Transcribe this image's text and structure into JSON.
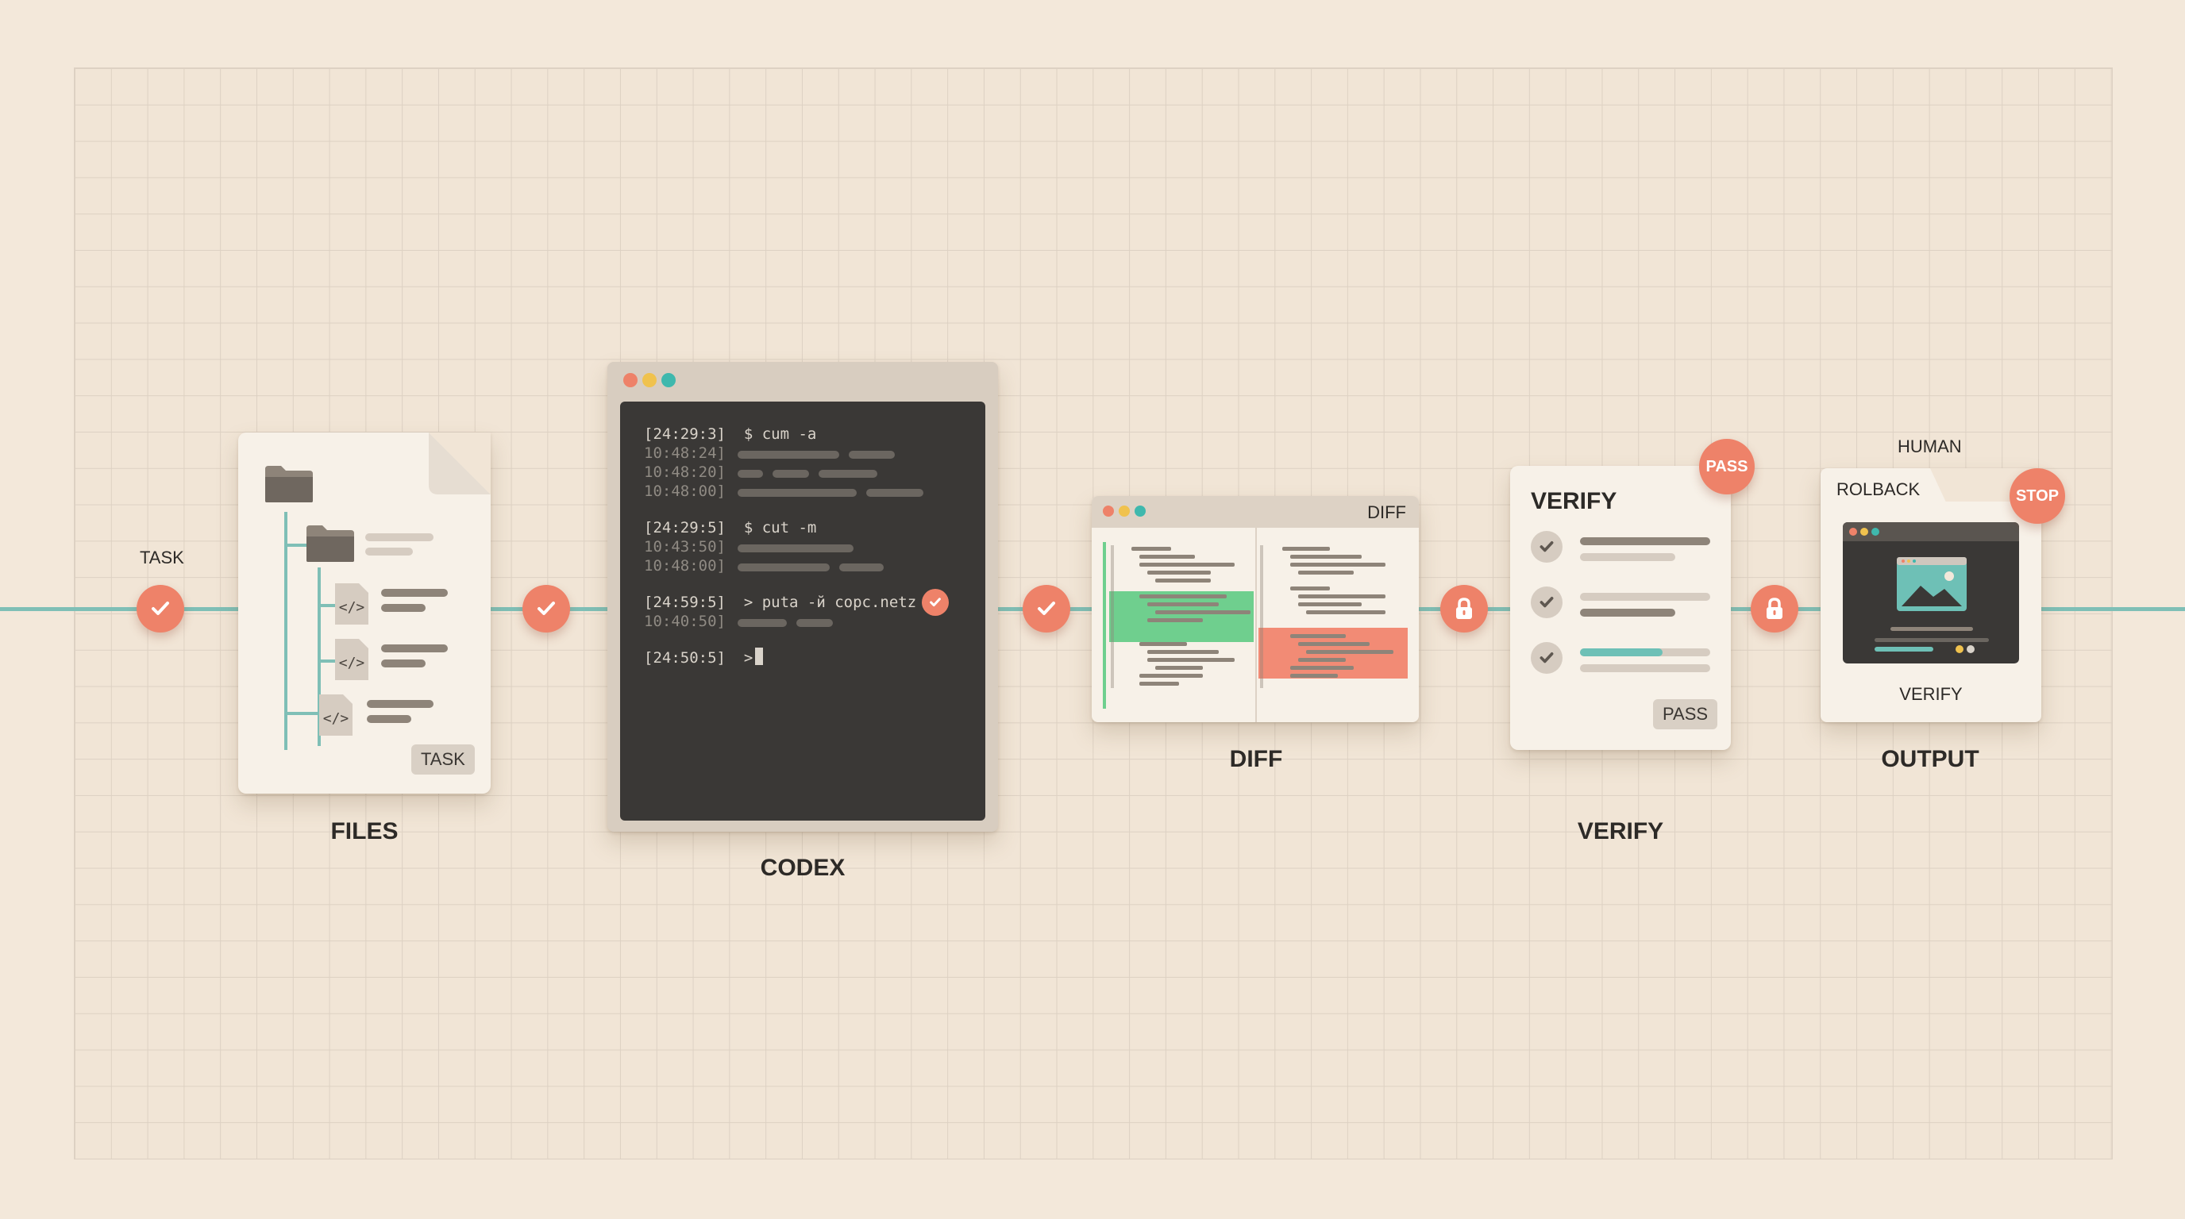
{
  "stages": {
    "files": "FILES",
    "codex": "CODEX",
    "diff": "DIFF",
    "verify": "VERIFY",
    "output": "OUTPUT"
  },
  "labels": {
    "task_node": "TASK",
    "task_pill": "TASK",
    "diff_header": "DIFF",
    "verify_title": "VERIFY",
    "pass_badge": "PASS",
    "pass_pill": "PASS",
    "human": "HUMAN",
    "rollback": "ROLBACK",
    "stop_badge": "STOP",
    "output_verify": "VERIFY"
  },
  "terminal": {
    "lines": [
      {
        "text": "[24:29:3]  $ cum -a"
      },
      {
        "text": "10:48:24]"
      },
      {
        "text": "10:48:20]"
      },
      {
        "text": "10:48:00]"
      },
      {
        "text": "[24:29:5]  $ cut -m"
      },
      {
        "text": "10:43:50]"
      },
      {
        "text": "10:48:00]"
      },
      {
        "text": "[24:59:5]  > puta -й copc.netz"
      },
      {
        "text": "10:40:50]"
      },
      {
        "text": "[24:50:5]  > "
      }
    ]
  },
  "colors": {
    "accent": "#ee8269",
    "flow_line": "#7fbfb6",
    "diff_added": "#6fcf8e",
    "diff_removed": "#f28b75",
    "terminal_bg": "#3a3836"
  },
  "icons": [
    "folder-icon",
    "code-file-icon",
    "check-icon",
    "lock-icon",
    "image-icon"
  ]
}
